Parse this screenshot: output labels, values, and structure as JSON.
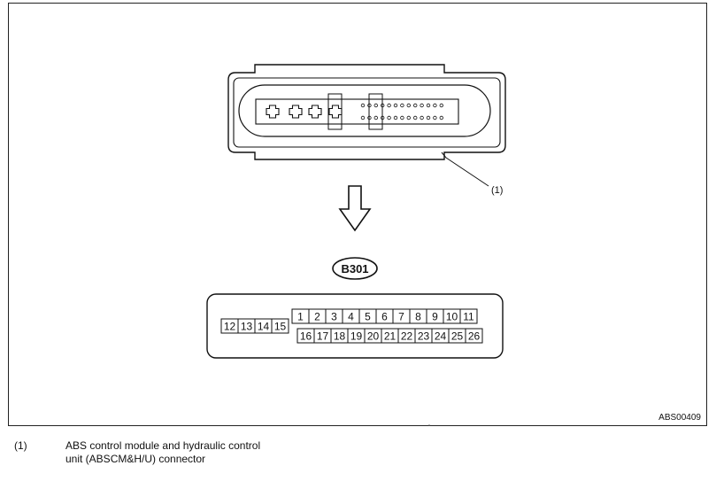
{
  "diagram": {
    "callout": "(1)",
    "connector_id": "B301",
    "image_code": "ABS00409",
    "pins_top": [
      "1",
      "2",
      "3",
      "4",
      "5",
      "6",
      "7",
      "8",
      "9",
      "10",
      "11"
    ],
    "pins_bottom": [
      "16",
      "17",
      "18",
      "19",
      "20",
      "21",
      "22",
      "23",
      "24",
      "25",
      "26"
    ],
    "pins_left": [
      "12",
      "13",
      "14",
      "15"
    ]
  },
  "legend": {
    "items": [
      {
        "number": "(1)",
        "text": "ABS control module and hydraulic control unit (ABSCM&H/U) connector"
      }
    ]
  }
}
